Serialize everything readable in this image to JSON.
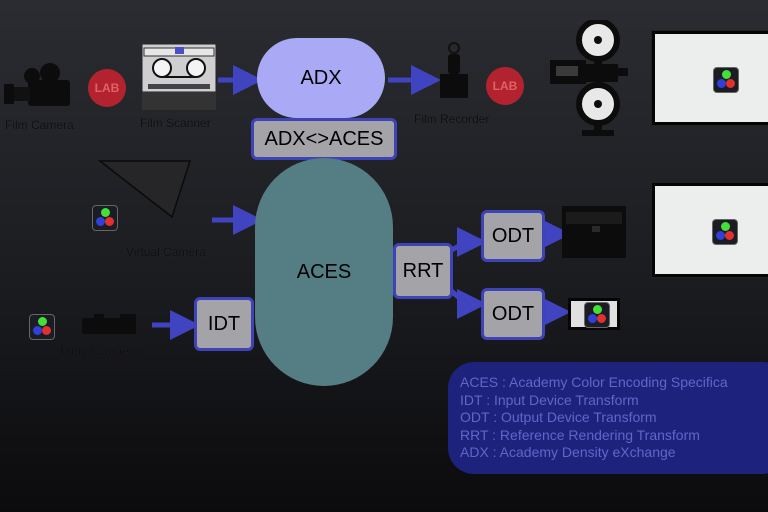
{
  "nodes": {
    "adx": "ADX",
    "adx_aces": "ADX<>ACES",
    "aces": "ACES",
    "idt": "IDT",
    "rrt": "RRT",
    "odt_top": "ODT",
    "odt_bottom": "ODT"
  },
  "labels": {
    "film_camera": "Film Camera",
    "film_scanner": "Film Scanner",
    "film_recorder": "Film Recorder",
    "virtual_camera": "Virtual Camera",
    "digital_camera": "Digital Camera",
    "lab_left": "LAB",
    "lab_right": "LAB"
  },
  "legend": [
    "ACES : Academy Color Encoding Specifica",
    "IDT : Input Device Transform",
    "ODT : Output Device Transform",
    "RRT : Reference Rendering Transform",
    "ADX : Academy Density eXchange"
  ],
  "colors": {
    "arrow": "#4044c0",
    "adx_fill": "#a9a9f6",
    "aces_fill": "#557d84",
    "box_fill": "#a3a3a8",
    "box_border": "#3f43b8",
    "lab": "#b3232f",
    "legend_bg": "#1d237d",
    "legend_text": "#5e66c8"
  },
  "icons": [
    "film-camera-icon",
    "film-scanner-icon",
    "film-recorder-icon",
    "projector-icon",
    "virtual-camera-icon",
    "digital-camera-icon",
    "monitor-icon",
    "rgb-icon"
  ]
}
